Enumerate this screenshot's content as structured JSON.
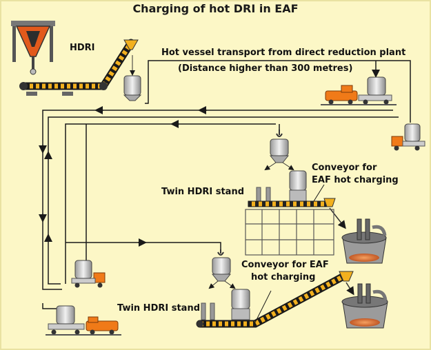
{
  "title": "Charging of hot DRI in EAF",
  "labels": {
    "hdri": "HDRI",
    "transport": "Hot vessel transport from direct reduction plant",
    "distance": "(Distance higher than 300 metres)",
    "conveyor_top_1": "Conveyor for",
    "conveyor_top_2": "EAF hot charging",
    "twin_stand_top": "Twin HDRI stand",
    "conveyor_bottom_1": "Conveyor for EAF",
    "conveyor_bottom_2": "hot charging",
    "twin_stand_bottom": "Twin HDRI stand"
  },
  "colors": {
    "background": "#fcf7c6",
    "conveyor_belt": "#f2b01e",
    "truck": "#f07a18",
    "line": "#1a1a1a",
    "vessel": "#d9d9d9",
    "furnace_glow": "#e0672a"
  }
}
